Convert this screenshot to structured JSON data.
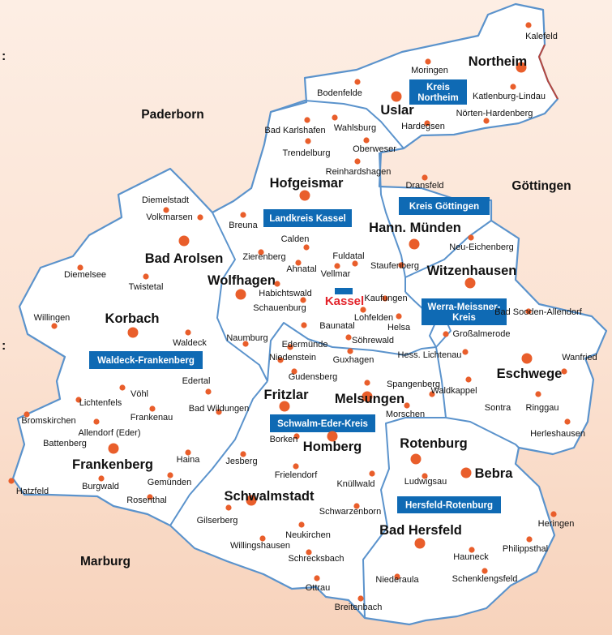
{
  "colors": {
    "region_fill": "#ffffff",
    "border": "#5b93cc",
    "border_red": "#b5473e",
    "place_dot": "#e95e2b",
    "district_label_bg": "#0f6ab4",
    "kassel_label": "#e3242b"
  },
  "edge_markers": [
    ":",
    ":"
  ],
  "neighbor_regions": [
    "Paderborn",
    "Göttingen",
    "Marburg"
  ],
  "district_labels": [
    [
      "Kreis",
      "Northeim"
    ],
    [
      "Kreis Göttingen"
    ],
    [
      "Landkreis Kassel"
    ],
    [
      "Werra-Meissner-",
      "Kreis"
    ],
    [
      "Waldeck-Frankenberg"
    ],
    [
      "Schwalm-Eder-Kreis"
    ],
    [
      "Hersfeld-Rotenburg"
    ]
  ],
  "places": [
    "Kalefeld",
    "Northeim",
    "Moringen",
    "Kreis Northeim marker",
    "Katlenburg-Lindau",
    "Bodenfelde",
    "Uslar",
    "Nörten-Hardenberg",
    "Hardegsen",
    "Bad Karlshafen",
    "Wahlsburg",
    "Oberweser",
    "Trendelburg",
    "Reinhardshagen",
    "Hofgeismar",
    "Dransfeld",
    "Diemelstadt",
    "Volkmarsen",
    "Breuna",
    "Bad Arolsen",
    "Calden",
    "Hann. Münden",
    "Neu-Eichenberg",
    "Diemelsee",
    "Twistetal",
    "Zierenberg",
    "Ahnatal",
    "Vellmar",
    "Fuldatal",
    "Staufenberg",
    "Witzenhausen",
    "Wolfhagen",
    "Habichtswald",
    "Schauenburg",
    "Kassel",
    "Kaufungen",
    "Lohfelden",
    "Baunatal",
    "Söhrewald",
    "Helsa",
    "Willingen",
    "Korbach",
    "Waldeck",
    "Naumburg",
    "Edermünde",
    "Niedenstein",
    "Guxhagen",
    "Großalmerode",
    "Bad Sooden-Allendorf",
    "Hess. Lichtenau",
    "Wanfried",
    "Eschwege",
    "Gudensberg",
    "Spangenberg",
    "Waldkappel",
    "Edertal",
    "Vöhl",
    "Lichtenfels",
    "Fritzlar",
    "Melsungen",
    "Morschen",
    "Frankenau",
    "Bad Wildungen",
    "Sontra",
    "Ringgau",
    "Bromskirchen",
    "Allendorf (Eder)",
    "Battenberg",
    "Herleshausen",
    "Borken",
    "Homberg",
    "Rotenburg",
    "Frankenberg",
    "Haina",
    "Jesberg",
    "Frielendorf",
    "Knüllwald",
    "Ludwigsau",
    "Bebra",
    "Gemünden",
    "Hatzfeld",
    "Burgwald",
    "Rosenthal",
    "Schwalmstadt",
    "Schwarzenborn",
    "Gilserberg",
    "Neukirchen",
    "Heringen",
    "Willingshausen",
    "Bad Hersfeld",
    "Philippsthal",
    "Schrecksbach",
    "Hauneck",
    "Niederaula",
    "Schenklengsfeld",
    "Ottrau",
    "Breitenbach"
  ]
}
